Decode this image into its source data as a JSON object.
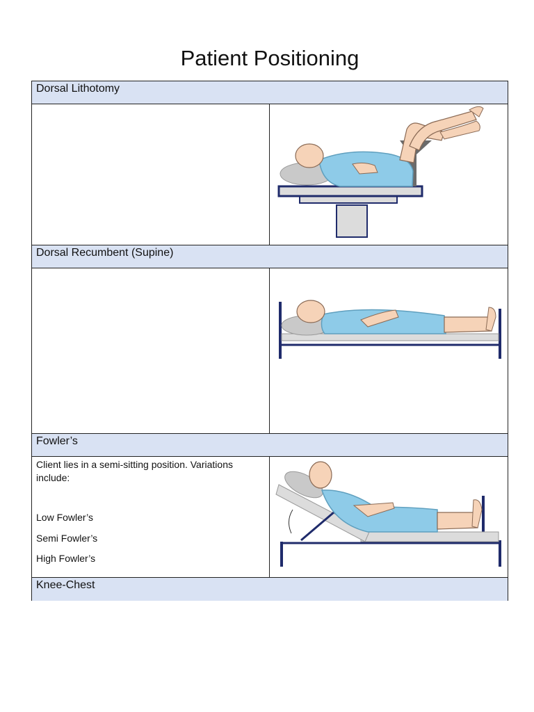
{
  "page": {
    "title": "Patient Positioning"
  },
  "sections": [
    {
      "heading": "Dorsal Lithotomy",
      "description": "",
      "variations": []
    },
    {
      "heading": "Dorsal Recumbent (Supine)",
      "description": "",
      "variations": []
    },
    {
      "heading": "Fowler’s",
      "description": "Client lies in a semi-sitting position. Variations include:",
      "variations": [
        "Low Fowler’s",
        "Semi Fowler’s",
        "High Fowler’s"
      ]
    },
    {
      "heading": "Knee-Chest"
    }
  ],
  "colors": {
    "header_bg": "#d9e2f3",
    "gown": "#8ecbe8",
    "skin": "#f6d3b8",
    "bed_frame": "#1f2b6b",
    "mattress": "#dcdcdc"
  }
}
